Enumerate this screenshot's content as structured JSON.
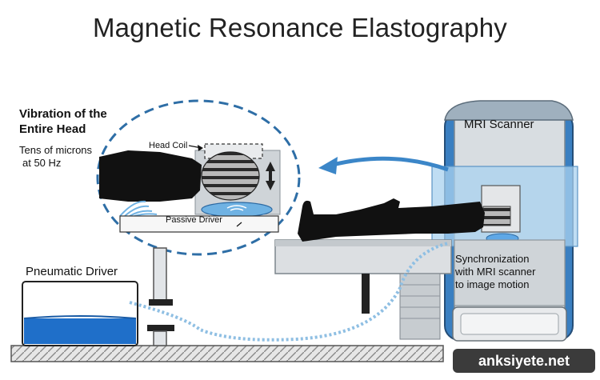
{
  "title": "Magnetic Resonance Elastography",
  "labels": {
    "vibration_title_line1": "Vibration of the",
    "vibration_title_line2": "Entire Head",
    "vibration_sub_line1": "Tens of microns",
    "vibration_sub_line2": "at 50 Hz",
    "head_coil": "Head Coil",
    "passive_driver": "Passive Driver",
    "pneumatic_driver": "Pneumatic Driver",
    "mri_scanner": "MRI Scanner",
    "sync_line1": "Synchronization",
    "sync_line2": "with MRI scanner",
    "sync_line3": "to image motion"
  },
  "watermark": "anksiyete.net",
  "colors": {
    "scanner_blue": "#3a7fc1",
    "scanner_light": "#a9d2ef",
    "dashed_circle": "#2e6ea6",
    "driver_blue": "#1f6fc9",
    "gray_panel": "#cfd4d8",
    "arrow_blue": "#3b86c8"
  }
}
